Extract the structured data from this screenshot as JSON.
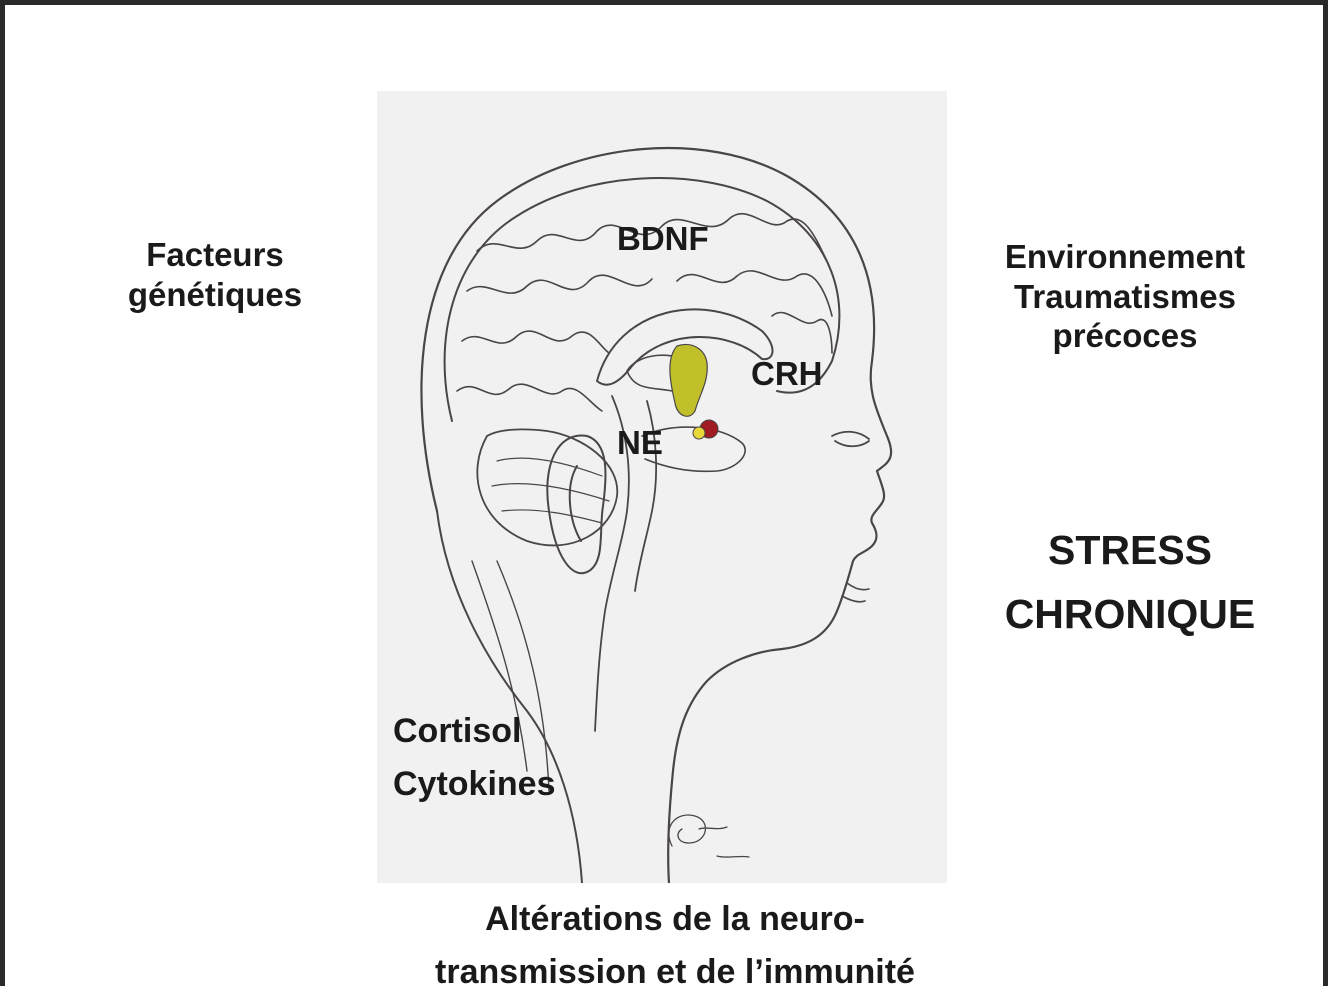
{
  "labels": {
    "factors": [
      "Facteurs",
      "génétiques"
    ],
    "environment": [
      "Environnement",
      "Traumatismes",
      "précoces"
    ],
    "stress": [
      "STRESS",
      "CHRONIQUE"
    ],
    "bdnf": "BDNF",
    "crh": "CRH",
    "ne": "NE",
    "cortisol_cytokines": [
      "Cortisol",
      "Cytokines"
    ],
    "alterations": [
      "Altérations de la neuro-",
      "transmission et de l’immunité"
    ]
  },
  "colors": {
    "sketch_line": "#4a4548",
    "paper": "#f1f1f1",
    "hypothalamus": "#c2c02a",
    "pituitary_red": "#a01c22",
    "pituitary_yellow": "#e8d83a"
  }
}
